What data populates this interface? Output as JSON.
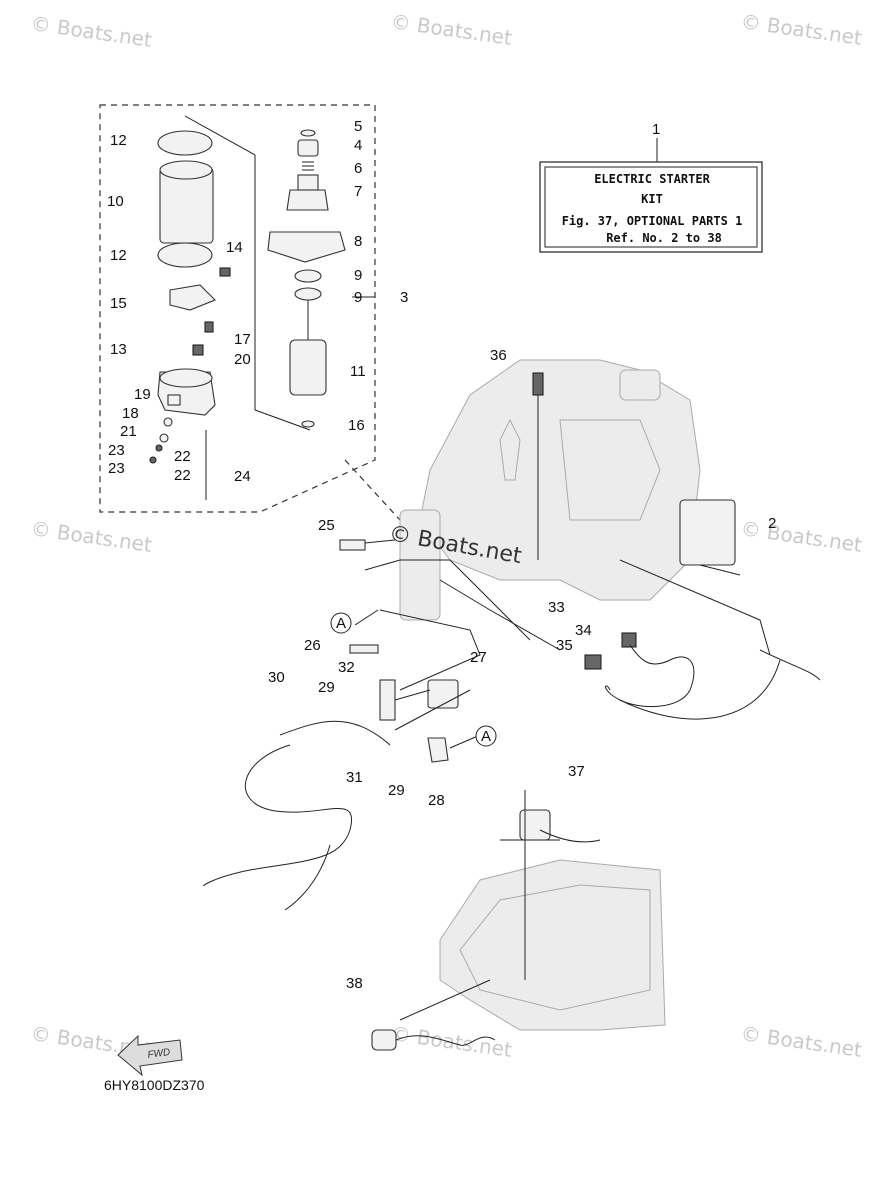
{
  "watermarks": [
    "© Boats.net",
    "© Boats.net",
    "© Boats.net",
    "© Boats.net",
    "© Boats.net",
    "© Boats.net",
    "© Boats.net",
    "© Boats.net",
    "© Boats.net"
  ],
  "center_watermark": "© Boats.net",
  "kit_box": {
    "line1": "ELECTRIC STARTER",
    "line2": "KIT",
    "line3": "Fig. 37, OPTIONAL PARTS 1",
    "line4": "Ref. No. 2 to 38"
  },
  "callouts": [
    "1",
    "2",
    "3",
    "4",
    "5",
    "6",
    "7",
    "8",
    "9",
    "9",
    "10",
    "11",
    "12",
    "12",
    "13",
    "14",
    "15",
    "16",
    "17",
    "18",
    "19",
    "20",
    "21",
    "22",
    "22",
    "23",
    "23",
    "24",
    "25",
    "26",
    "27",
    "28",
    "29",
    "29",
    "30",
    "31",
    "32",
    "33",
    "34",
    "35",
    "36",
    "37",
    "38"
  ],
  "ref_marks": [
    "A",
    "A"
  ],
  "fwd_label": "FWD",
  "diagram_code": "6HY8100DZ370"
}
